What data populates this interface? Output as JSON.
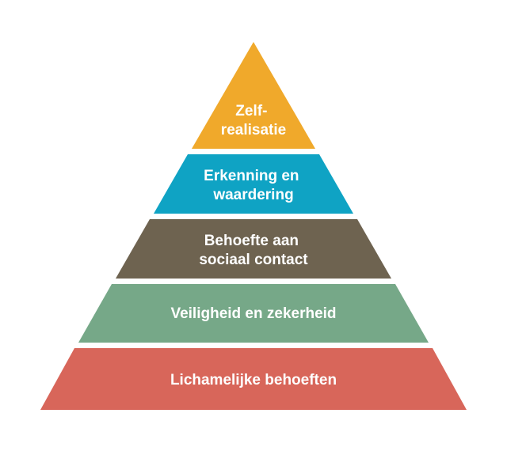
{
  "pyramid": {
    "levels": [
      {
        "key": "top",
        "lines": [
          "Zelf-",
          "realisatie"
        ],
        "color": "#F0A92B"
      },
      {
        "key": "esteem",
        "lines": [
          "Erkenning en",
          "waardering"
        ],
        "color": "#0FA3C4"
      },
      {
        "key": "social",
        "lines": [
          "Behoefte aan",
          "sociaal contact"
        ],
        "color": "#6E6350"
      },
      {
        "key": "safety",
        "lines": [
          "Veiligheid en zekerheid"
        ],
        "color": "#76A888"
      },
      {
        "key": "physiological",
        "lines": [
          "Lichamelijke behoeften"
        ],
        "color": "#D8665A"
      }
    ]
  }
}
